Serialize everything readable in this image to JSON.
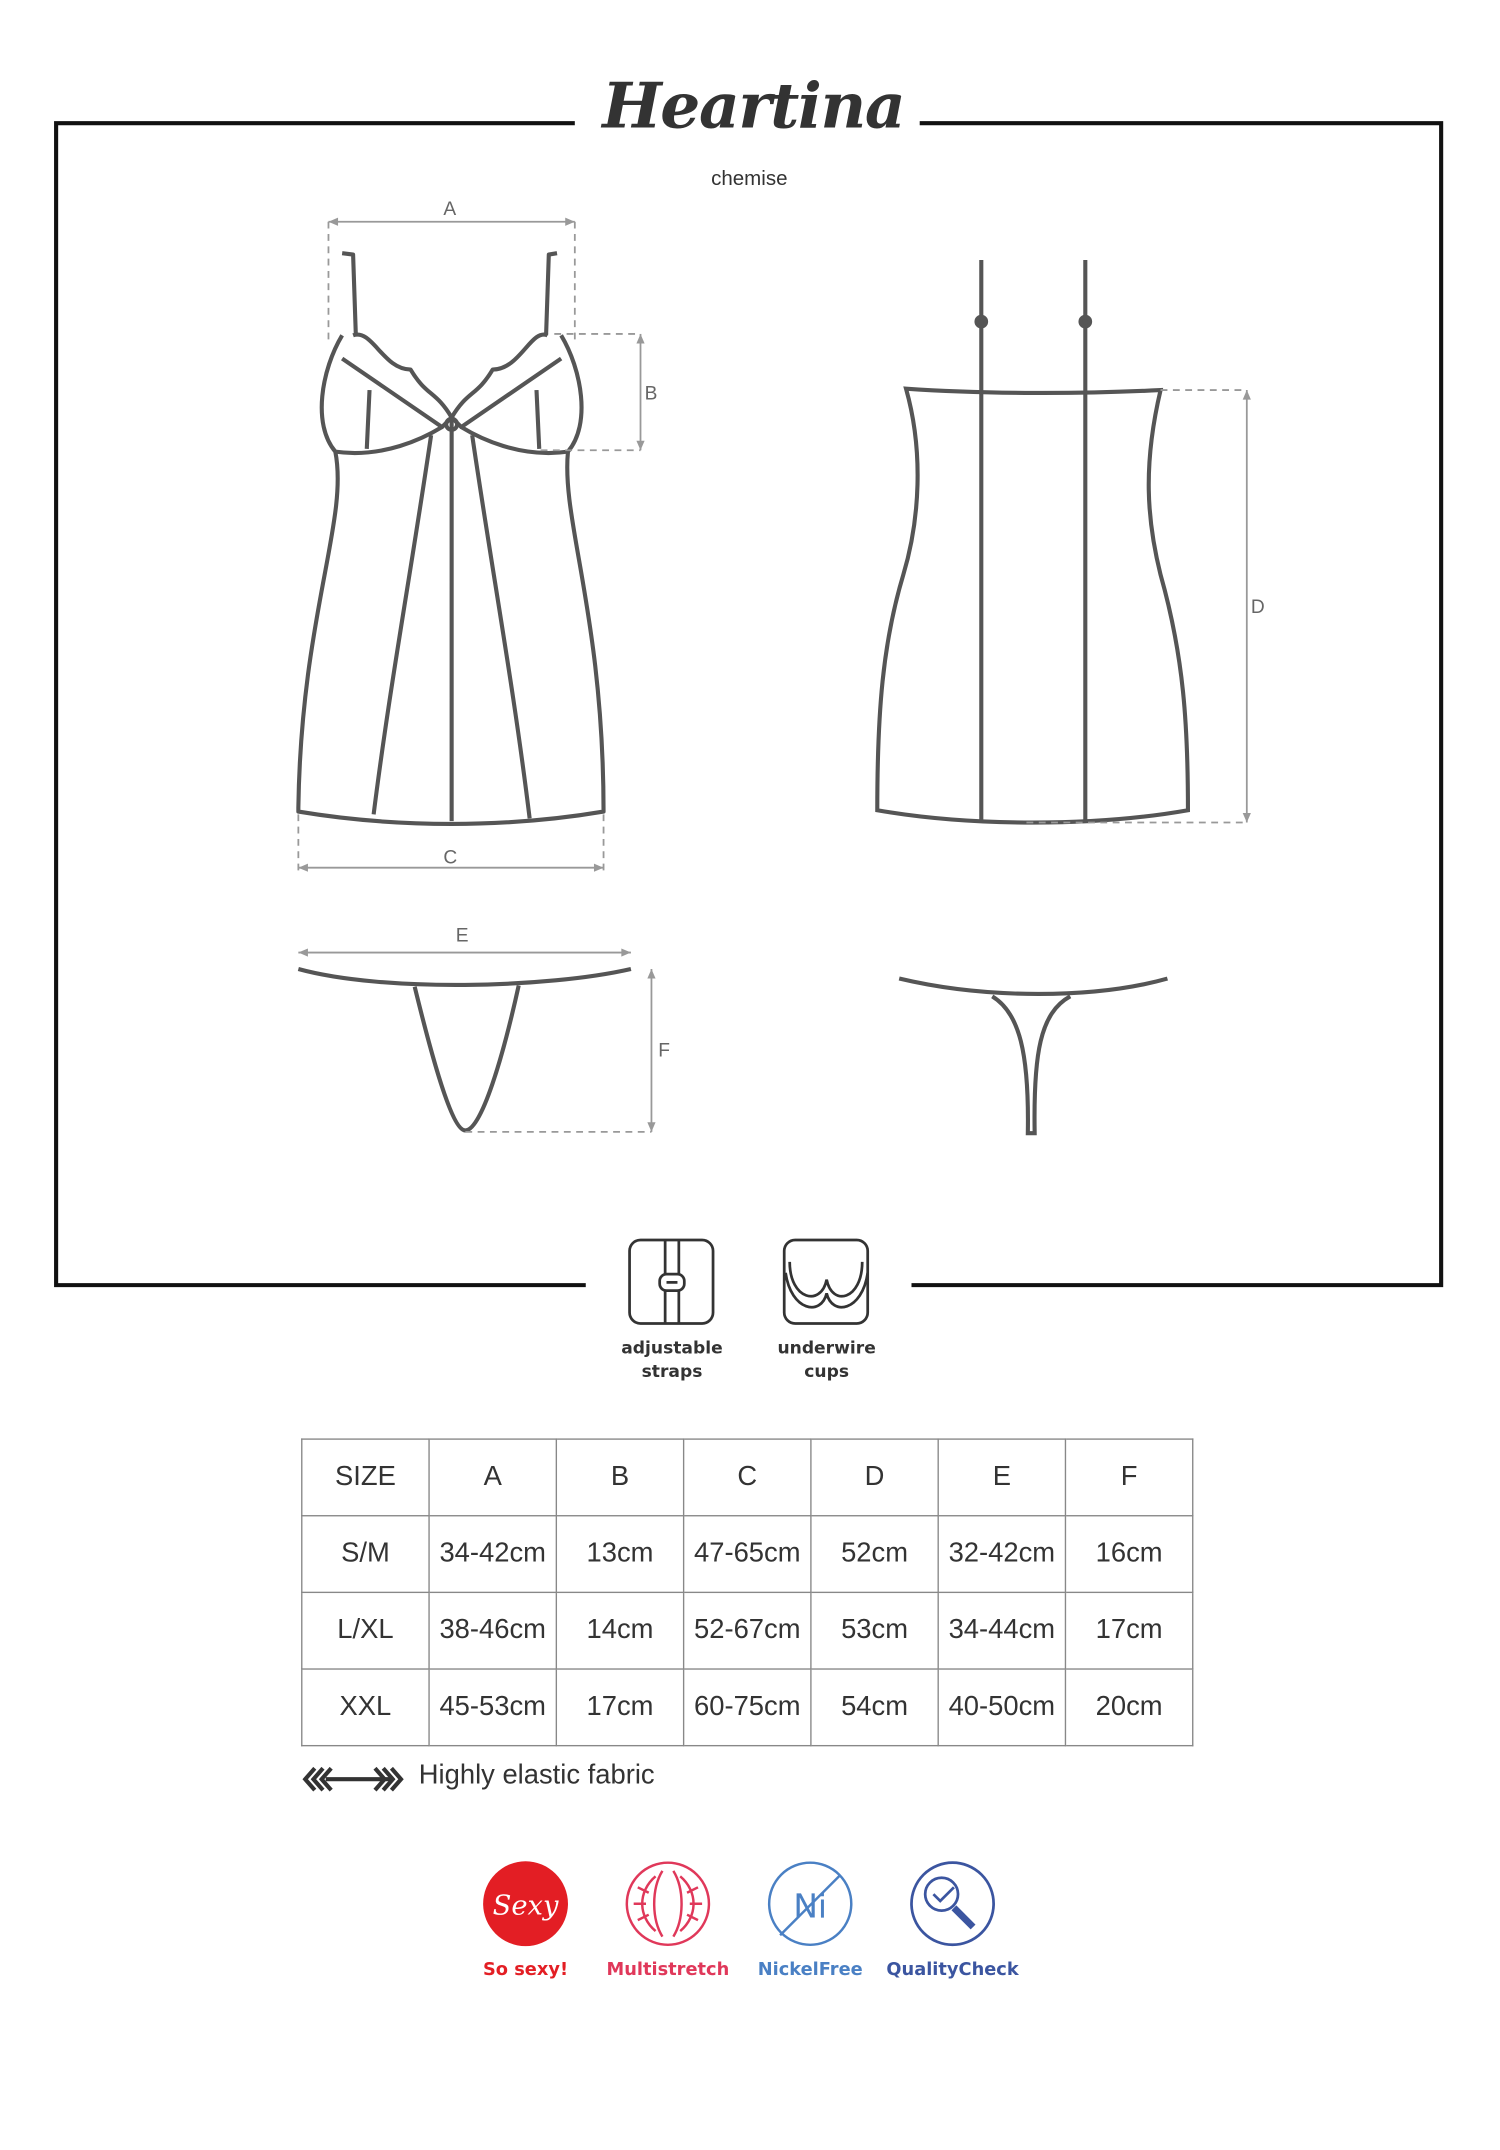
{
  "brand": {
    "logo": "Heartina",
    "product": "chemise"
  },
  "dimension_labels": {
    "a": "A",
    "b": "B",
    "c": "C",
    "d": "D",
    "e": "E",
    "f": "F"
  },
  "features": [
    {
      "icon": "adjustable-straps-icon",
      "line1": "adjustable",
      "line2": "straps"
    },
    {
      "icon": "underwire-cups-icon",
      "line1": "underwire",
      "line2": "cups"
    }
  ],
  "size_table": {
    "headers": [
      "SIZE",
      "A",
      "B",
      "C",
      "D",
      "E",
      "F"
    ],
    "rows": [
      [
        "S/M",
        "34-42cm",
        "13cm",
        "47-65cm",
        "52cm",
        "32-42cm",
        "16cm"
      ],
      [
        "L/XL",
        "38-46cm",
        "14cm",
        "52-67cm",
        "53cm",
        "34-44cm",
        "17cm"
      ],
      [
        "XXL",
        "45-53cm",
        "17cm",
        "60-75cm",
        "54cm",
        "40-50cm",
        "20cm"
      ]
    ]
  },
  "fabric_note": "Highly elastic fabric",
  "badges": [
    {
      "label": "So sexy!",
      "icon_text": "Sexy",
      "color": "#e31e24"
    },
    {
      "label": "Multistretch",
      "color": "#e0385a"
    },
    {
      "label": "NickelFree",
      "icon_text": "Ni",
      "color": "#4a80c4"
    },
    {
      "label": "QualityCheck",
      "color": "#3b55a0"
    }
  ]
}
